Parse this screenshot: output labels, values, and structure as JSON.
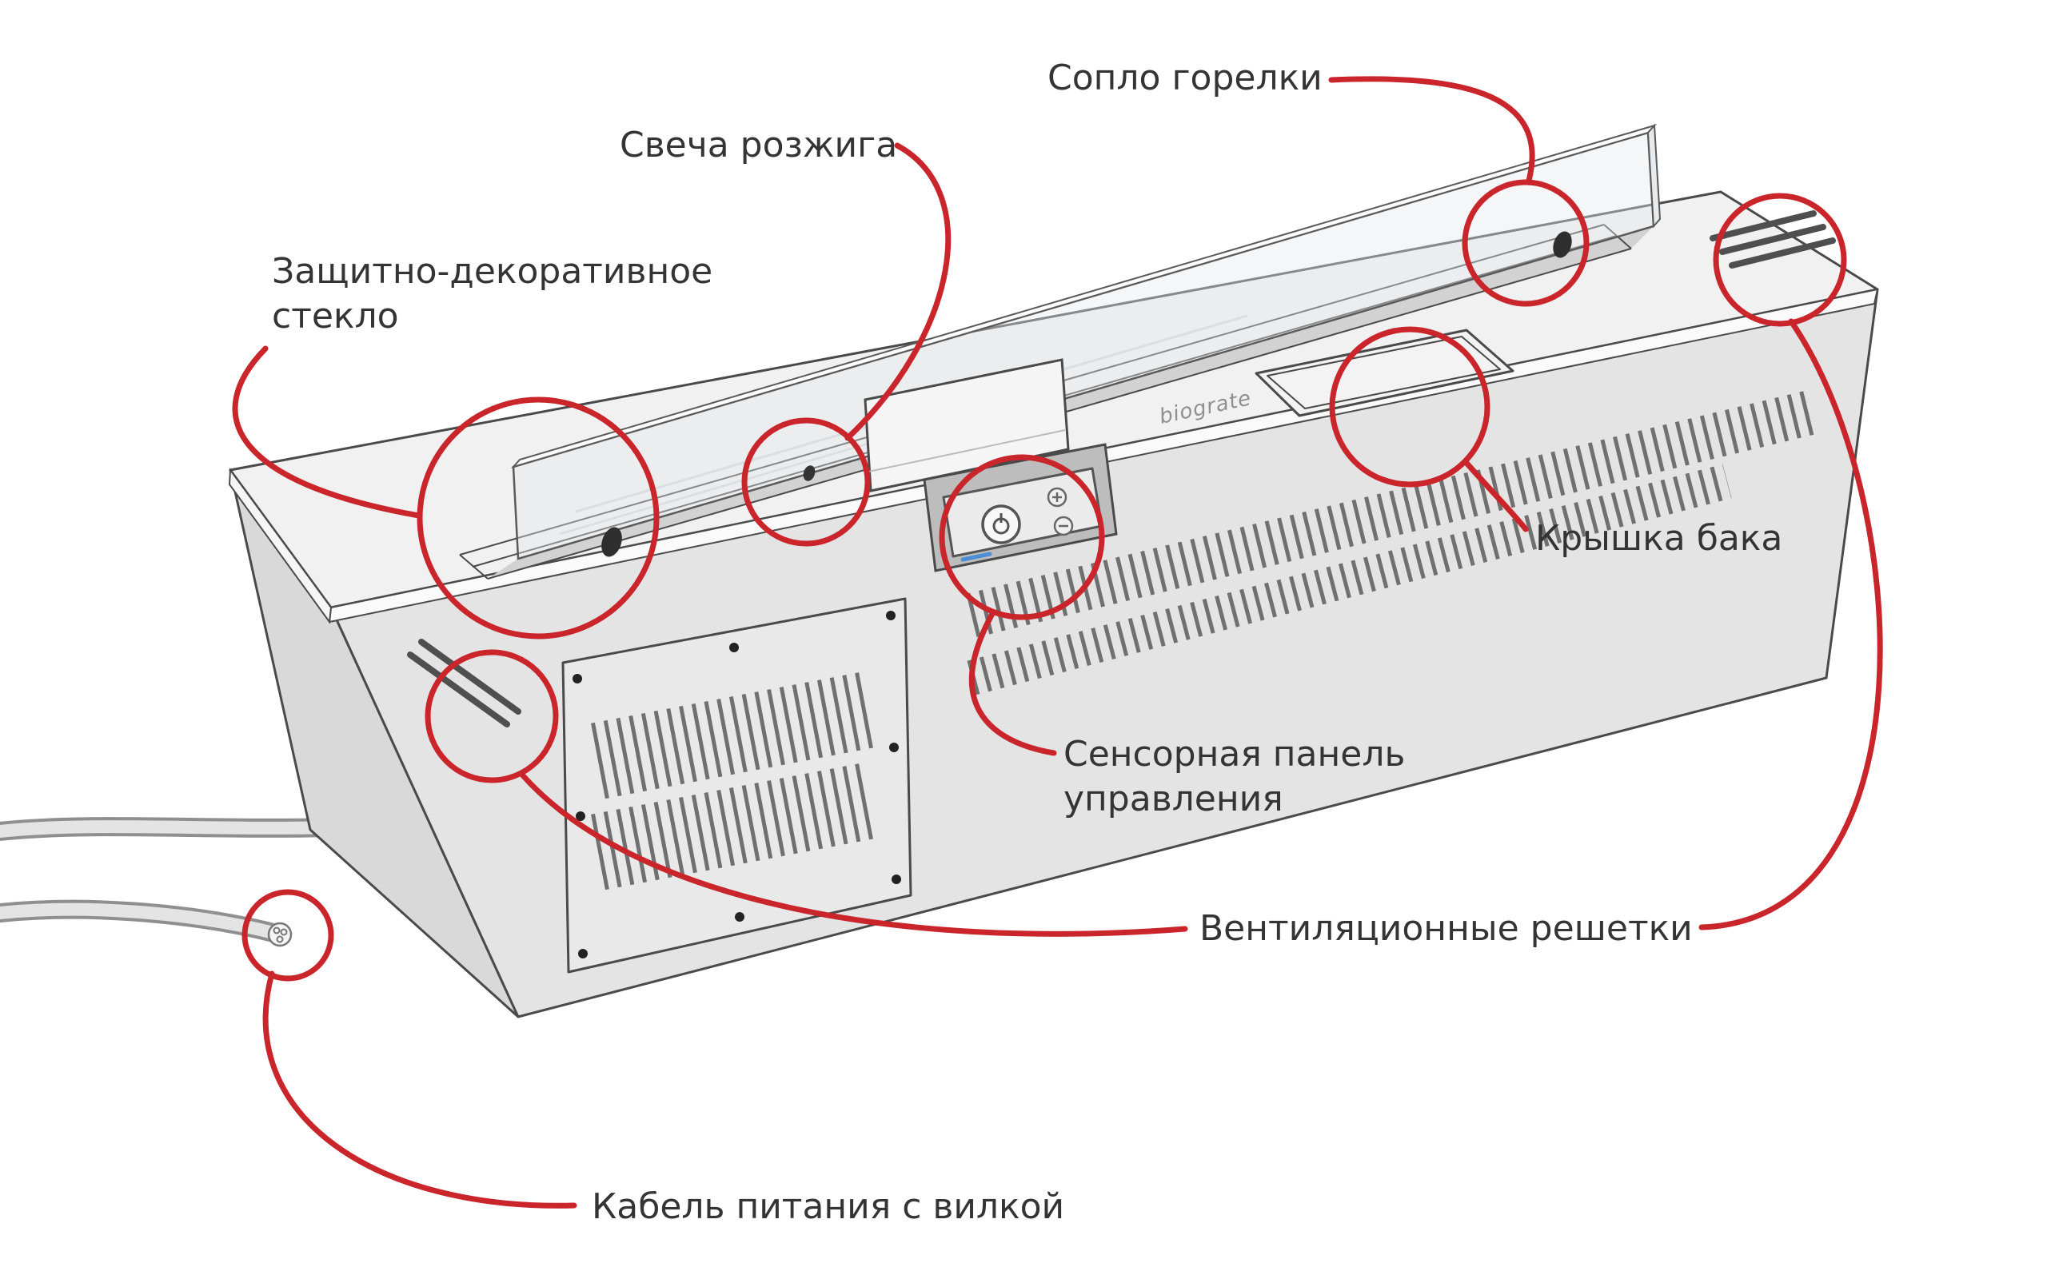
{
  "diagram": {
    "brand": "biograte",
    "labels": {
      "nozzle": "Сопло горелки",
      "igniter": "Свеча розжига",
      "glass": [
        "Защитно-декоративное",
        "стекло"
      ],
      "tank_lid": "Крышка бака",
      "touch_panel": [
        "Сенсорная панель",
        "управления"
      ],
      "vents": "Вентиляционные решетки",
      "cable": "Кабель питания с вилкой"
    },
    "colors": {
      "annotation": "#c9252b",
      "label_text": "#343434",
      "line": "#4a4a4a",
      "body_top": "#f1f1f1",
      "body_front": "#e4e4e4",
      "body_side": "#d9d9d9",
      "brand_gray": "#8f8f8f",
      "accent_blue": "#4d8fd6"
    }
  }
}
